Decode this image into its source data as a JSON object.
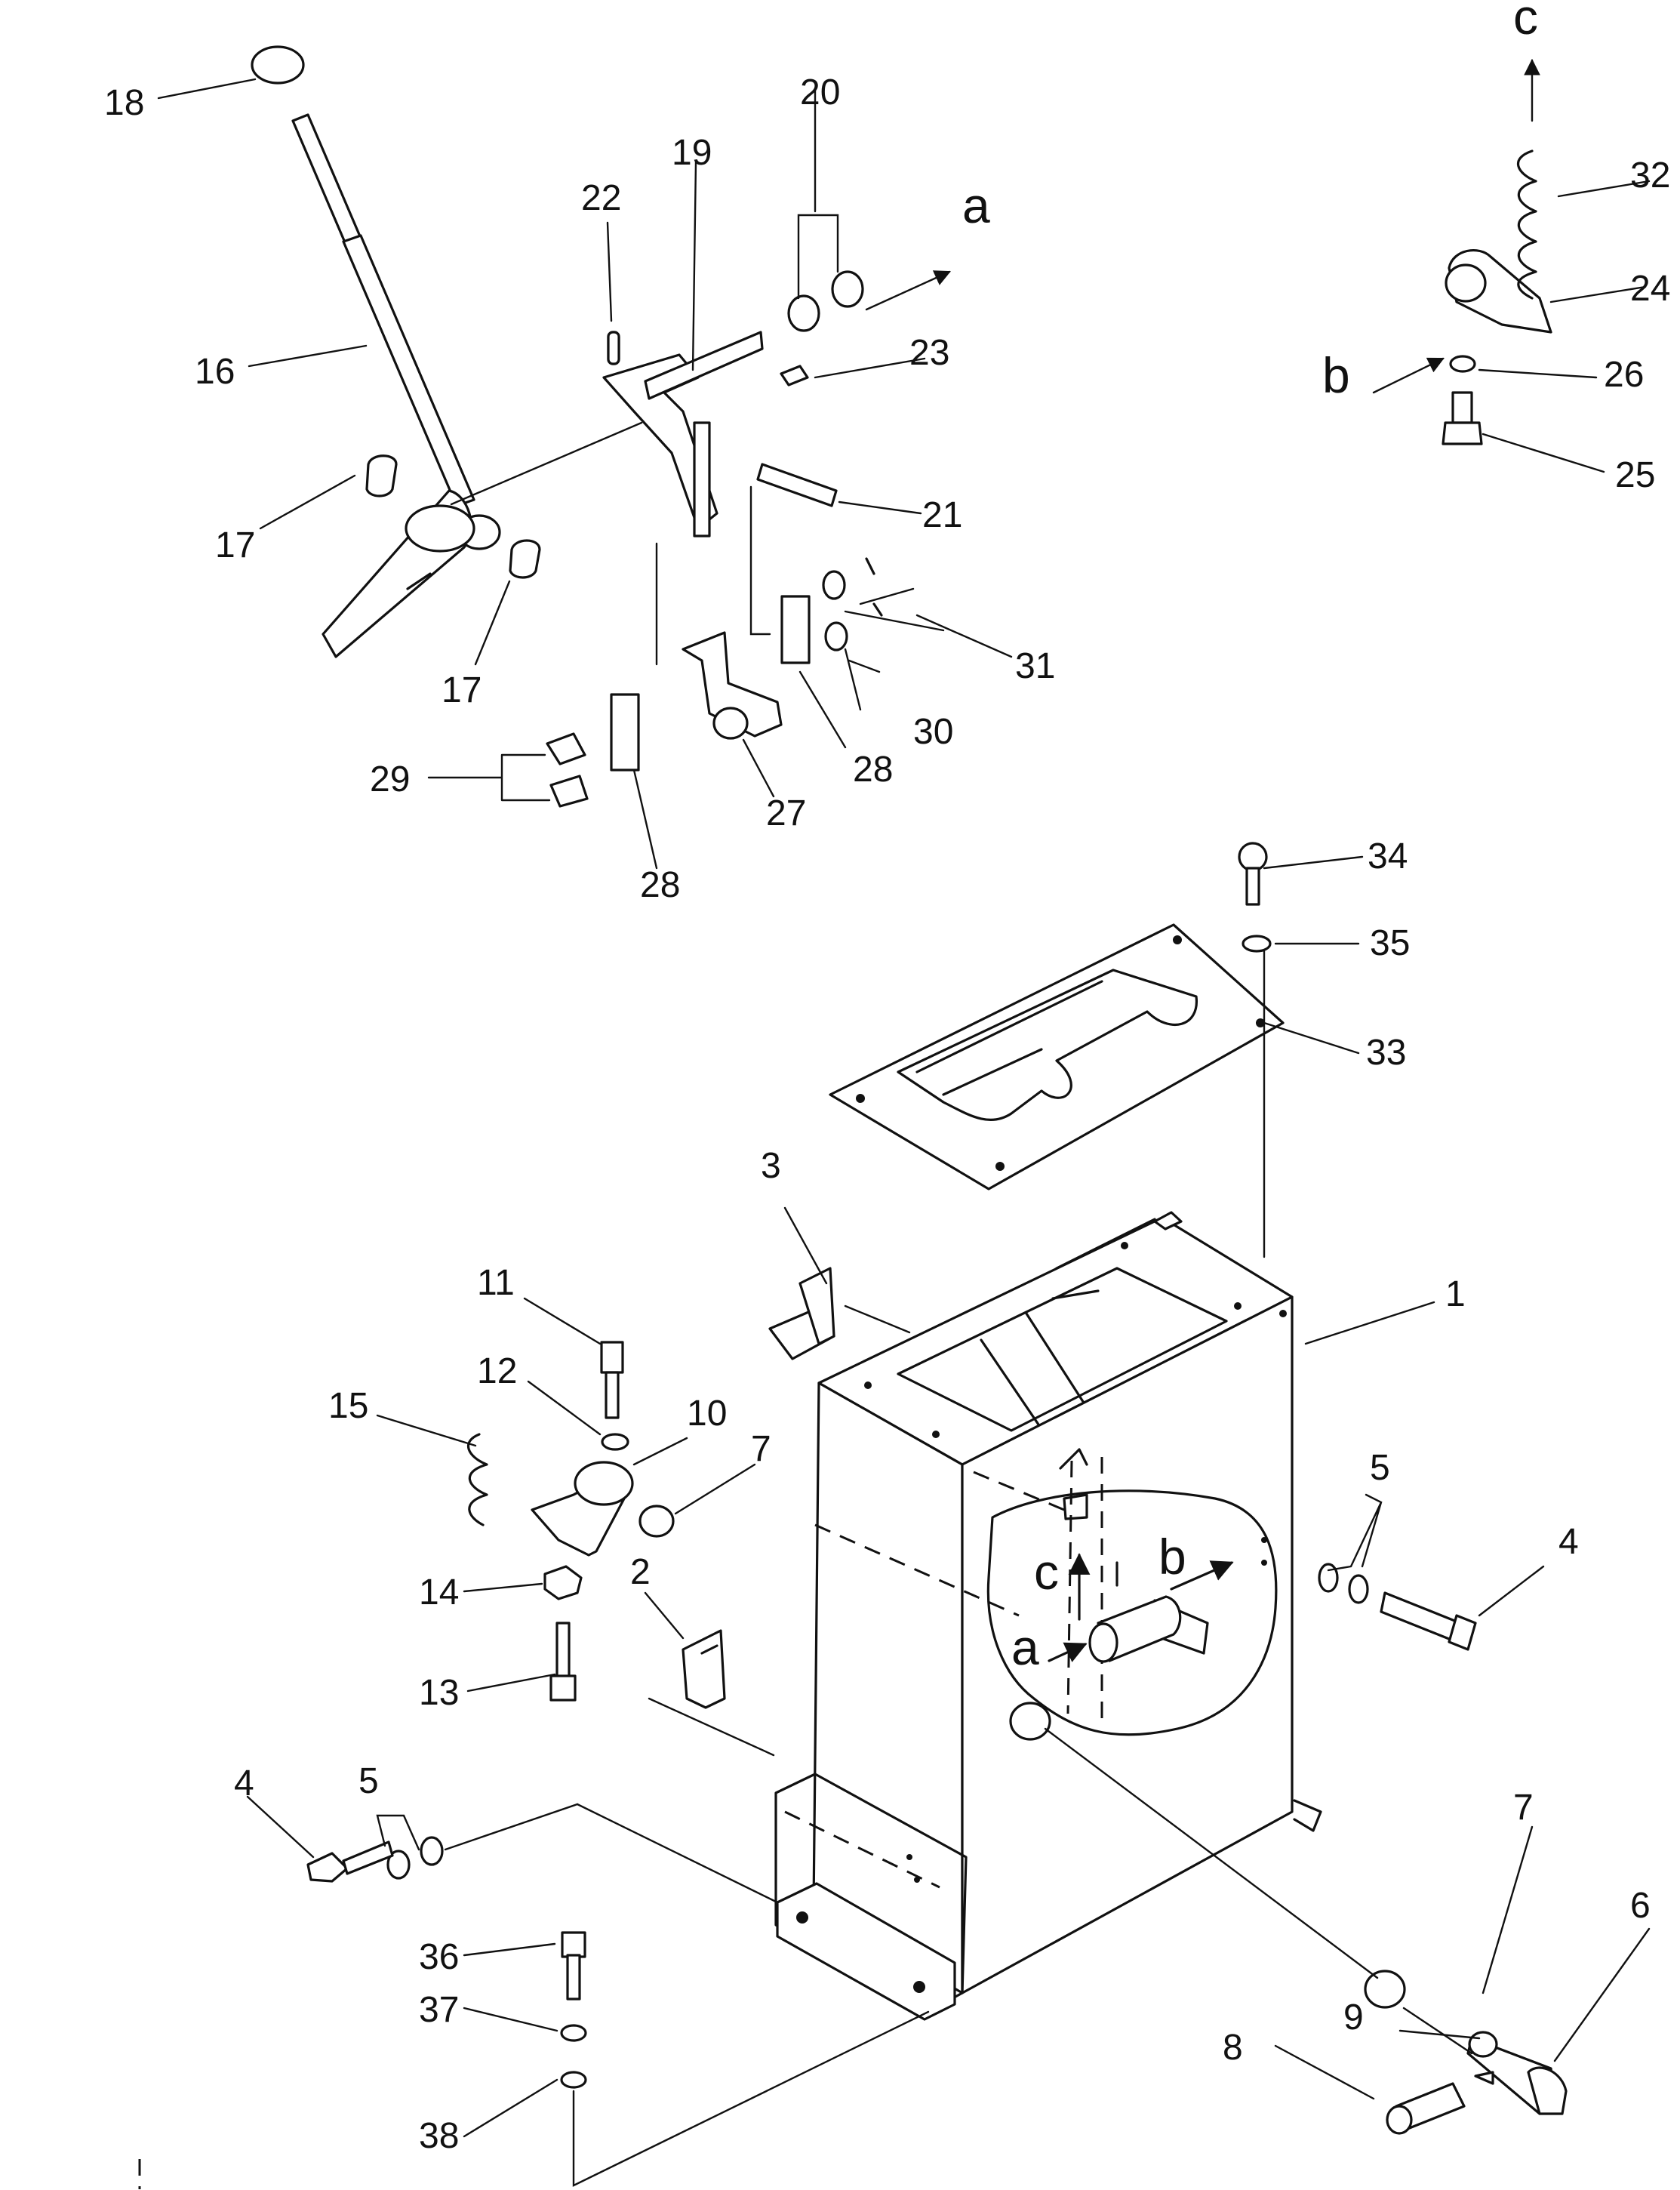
{
  "diagram": {
    "part_numbers": [
      "1",
      "2",
      "3",
      "4",
      "5",
      "6",
      "7",
      "8",
      "9",
      "10",
      "11",
      "12",
      "13",
      "14",
      "15",
      "16",
      "17",
      "18",
      "19",
      "20",
      "21",
      "22",
      "23",
      "24",
      "25",
      "26",
      "27",
      "28",
      "29",
      "30",
      "31",
      "32",
      "33",
      "34",
      "35",
      "36",
      "37",
      "38"
    ],
    "direction_markers": [
      "a",
      "b",
      "c"
    ]
  }
}
